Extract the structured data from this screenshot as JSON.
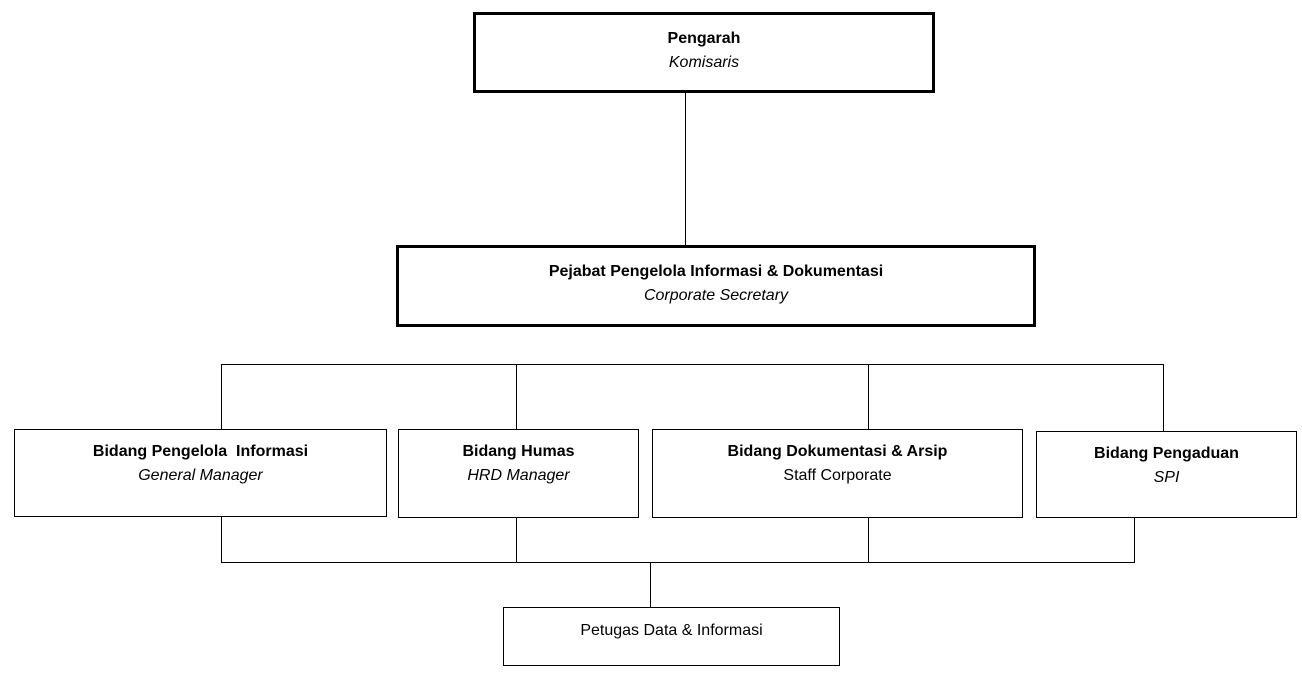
{
  "nodes": {
    "pengarah": {
      "title": "Pengarah",
      "subtitle": "Komisaris"
    },
    "ppid": {
      "title": "Pejabat Pengelola Informasi & Dokumentasi",
      "subtitle": "Corporate Secretary"
    },
    "bidang_pengelola_informasi": {
      "title": "Bidang Pengelola  Informasi",
      "subtitle": "General Manager"
    },
    "bidang_humas": {
      "title": "Bidang Humas",
      "subtitle": "HRD Manager"
    },
    "bidang_dokumentasi_arsip": {
      "title": "Bidang Dokumentasi & Arsip",
      "subtitle": "Staff Corporate"
    },
    "bidang_pengaduan": {
      "title": "Bidang Pengaduan",
      "subtitle": "SPI"
    },
    "petugas": {
      "label": "Petugas Data & Informasi"
    }
  }
}
